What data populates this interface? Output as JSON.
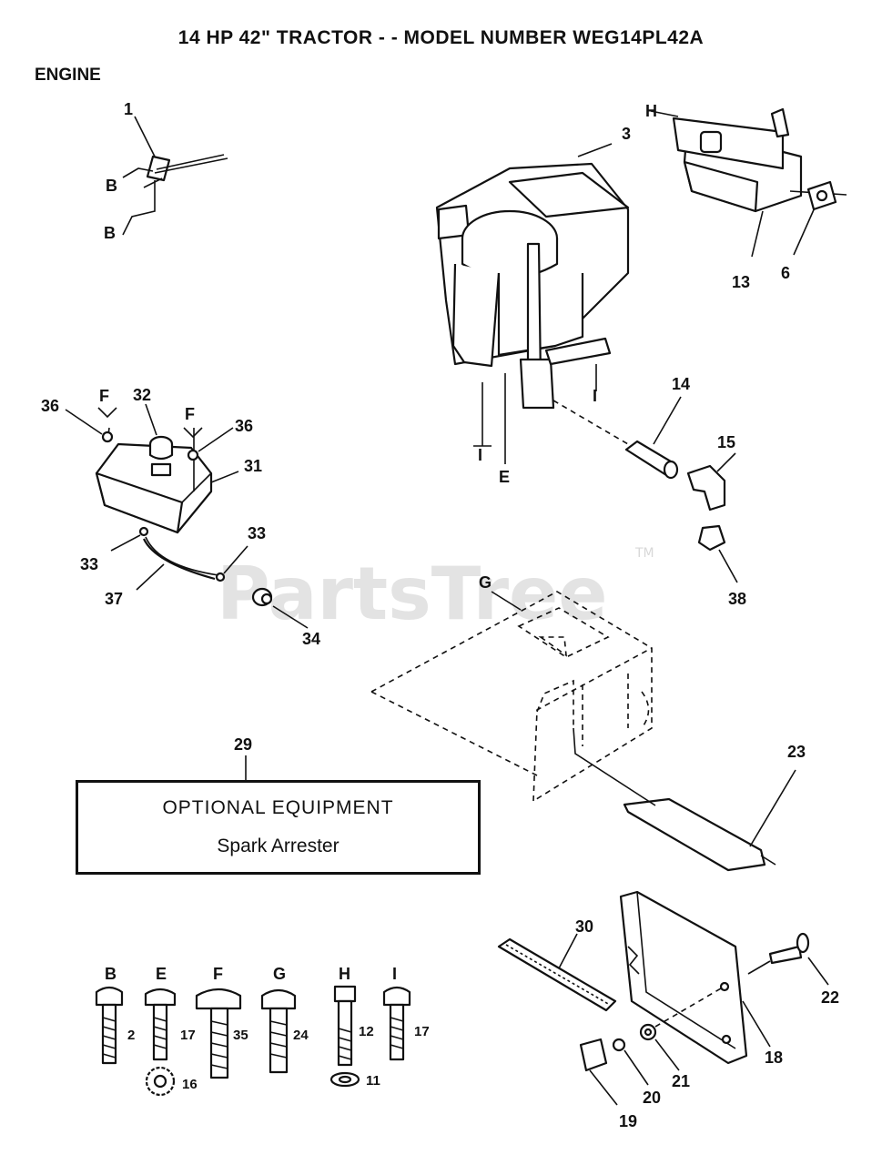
{
  "header": {
    "title": "14 HP 42\" TRACTOR - - MODEL NUMBER WEG14PL42A",
    "section": "ENGINE"
  },
  "watermark": {
    "text": "PartsTree",
    "tm": "TM"
  },
  "optional_box": {
    "ref": "29",
    "heading": "OPTIONAL EQUIPMENT",
    "item": "Spark Arrester"
  },
  "callouts": {
    "p1": "1",
    "p3": "3",
    "p6": "6",
    "p13": "13",
    "p14": "14",
    "p15": "15",
    "p38": "38",
    "p36a": "36",
    "p36b": "36",
    "p32": "32",
    "p31": "31",
    "p33a": "33",
    "p33b": "33",
    "p37": "37",
    "p34": "34",
    "p23": "23",
    "p30": "30",
    "p22": "22",
    "p18": "18",
    "p21": "21",
    "p20": "20",
    "p19": "19"
  },
  "letters": {
    "b1": "B",
    "b2": "B",
    "h": "H",
    "i1": "I",
    "i2": "I",
    "e": "E",
    "f1": "F",
    "f2": "F",
    "g": "G"
  },
  "hardware": [
    {
      "letter": "B",
      "part": "2"
    },
    {
      "letter": "E",
      "part": "17",
      "washer": "16"
    },
    {
      "letter": "F",
      "part": "35"
    },
    {
      "letter": "G",
      "part": "24"
    },
    {
      "letter": "H",
      "part": "12",
      "washer": "11"
    },
    {
      "letter": "I",
      "part": "17"
    }
  ]
}
